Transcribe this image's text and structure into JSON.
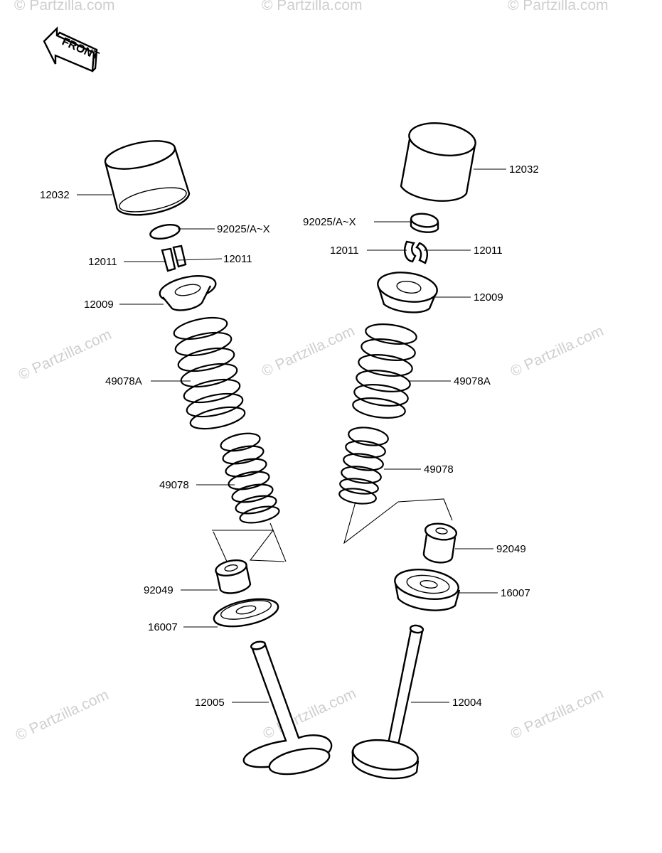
{
  "front_arrow": {
    "label": "FRONT",
    "icon": "front-arrow-icon"
  },
  "watermarks": {
    "text": "© Partzilla.com",
    "color": "#cfcfcf"
  },
  "labels": {
    "left_12032": "12032",
    "right_12032": "12032",
    "left_92025": "92025/A~X",
    "right_92025": "92025/A~X",
    "left_12011_a": "12011",
    "left_12011_b": "12011",
    "right_12011_a": "12011",
    "right_12011_b": "12011",
    "left_12009": "12009",
    "right_12009": "12009",
    "left_49078A": "49078A",
    "right_49078A": "49078A",
    "left_49078": "49078",
    "right_49078": "49078",
    "left_92049": "92049",
    "right_92049": "92049",
    "left_16007": "16007",
    "right_16007": "16007",
    "left_valve": "12005",
    "right_valve": "12004"
  }
}
